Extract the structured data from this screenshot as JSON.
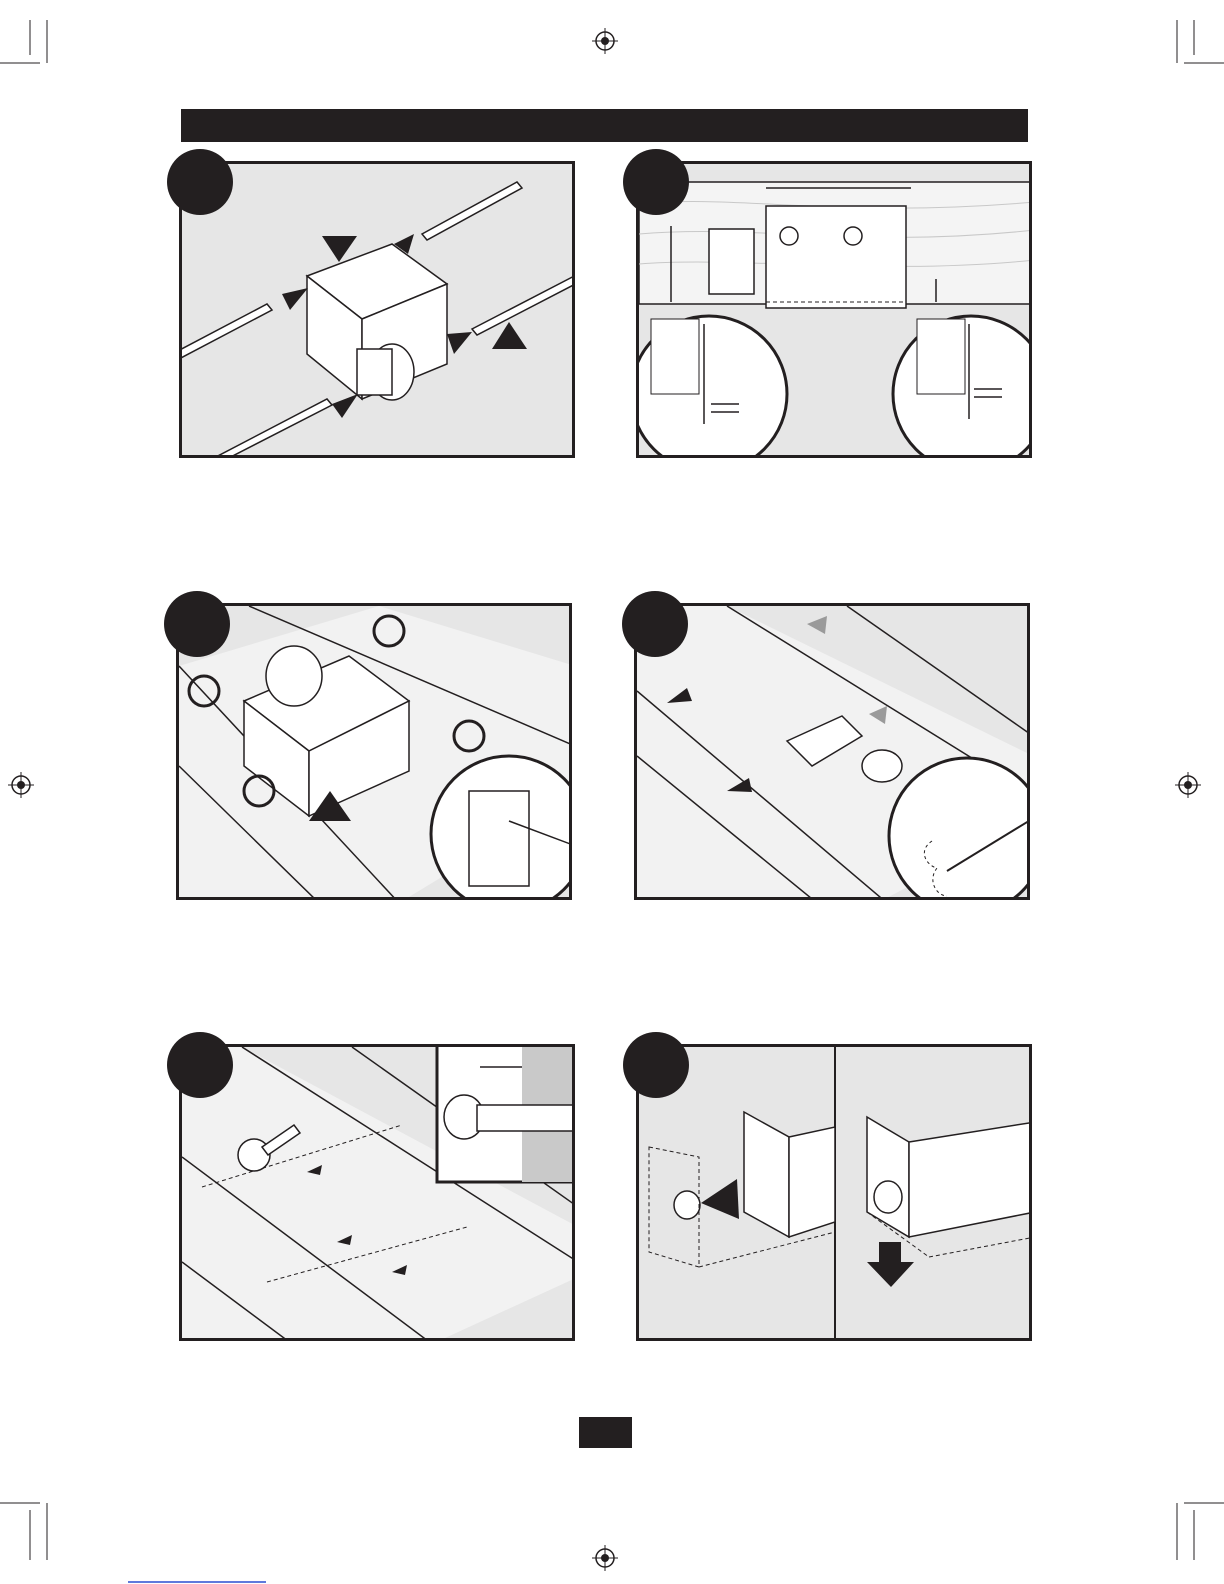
{
  "page": {
    "header_title": "",
    "page_number": ""
  },
  "steps": [
    {
      "id": 1,
      "number": "",
      "description": "mount-bracket-insertion"
    },
    {
      "id": 2,
      "number": "",
      "description": "position-housing-on-joist"
    },
    {
      "id": 3,
      "number": "",
      "description": "mark-bracket-holes"
    },
    {
      "id": 4,
      "number": "",
      "description": "pilot-holes-drill"
    },
    {
      "id": 5,
      "number": "",
      "description": "install-screws"
    },
    {
      "id": 6,
      "number": "",
      "description": "hang-on-keyhole"
    }
  ],
  "colors": {
    "ink": "#231f20",
    "panel_bg": "#e6e6e6",
    "wood_light": "#f2f2f2",
    "hatch": "#c9c9c9"
  }
}
